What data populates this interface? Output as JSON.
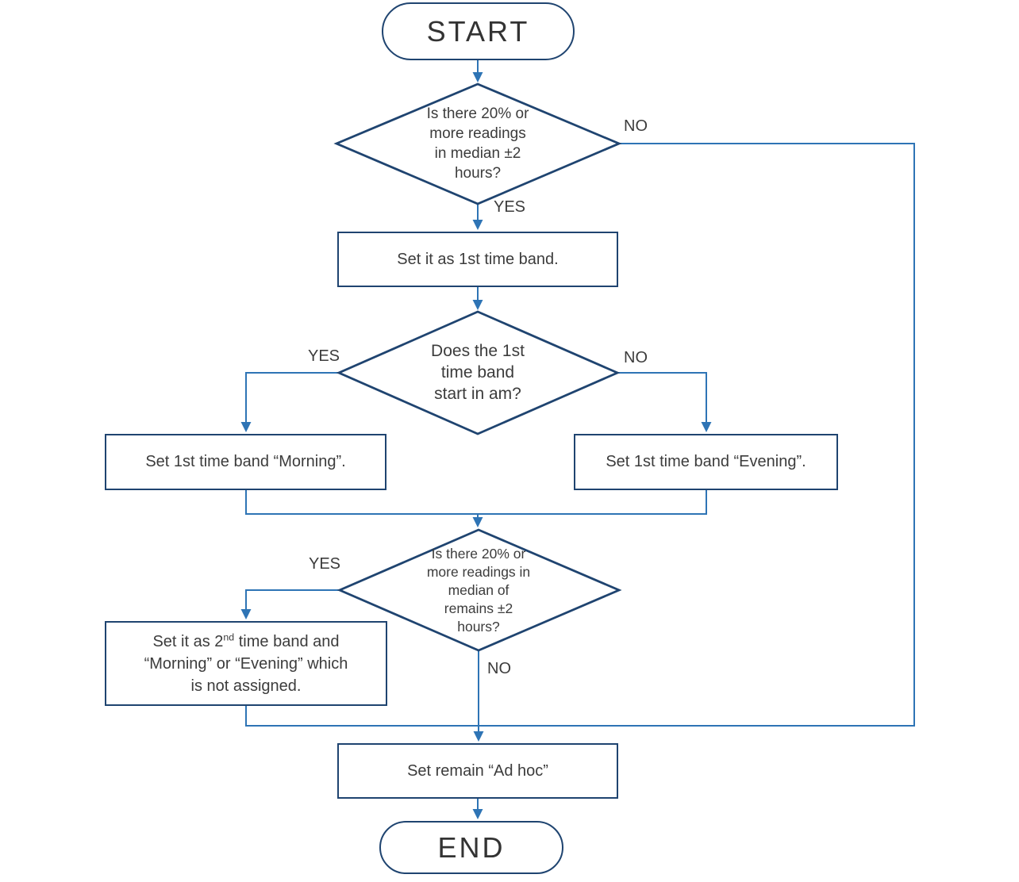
{
  "colors": {
    "shape_border": "#1f4470",
    "connector": "#2e74b5",
    "text": "#3c3c3c",
    "background": "#ffffff"
  },
  "nodes": {
    "start": {
      "label": "START"
    },
    "decision1": {
      "text": "Is there 20% or\nmore readings\nin median ±2\nhours?"
    },
    "step1": {
      "text": "Set it as 1st time band."
    },
    "decision2": {
      "text": "Does the 1st\ntime band\nstart in am?"
    },
    "morning": {
      "text": "Set 1st time band “Morning”."
    },
    "evening": {
      "text": "Set 1st time band “Evening”."
    },
    "decision3": {
      "text": "Is there 20% or\nmore readings in\nmedian of\nremains ±2\nhours?"
    },
    "second_band": {
      "line1_pre": "Set it as 2",
      "line1_sup": "nd",
      "line1_post": " time band and",
      "line2": "“Morning” or “Evening” which",
      "line3": "is not assigned."
    },
    "ad_hoc": {
      "text": "Set remain “Ad hoc”"
    },
    "end": {
      "label": "END"
    }
  },
  "edge_labels": {
    "d1_no": "NO",
    "d1_yes": "YES",
    "d2_yes": "YES",
    "d2_no": "NO",
    "d3_yes": "YES",
    "d3_no": "NO"
  }
}
